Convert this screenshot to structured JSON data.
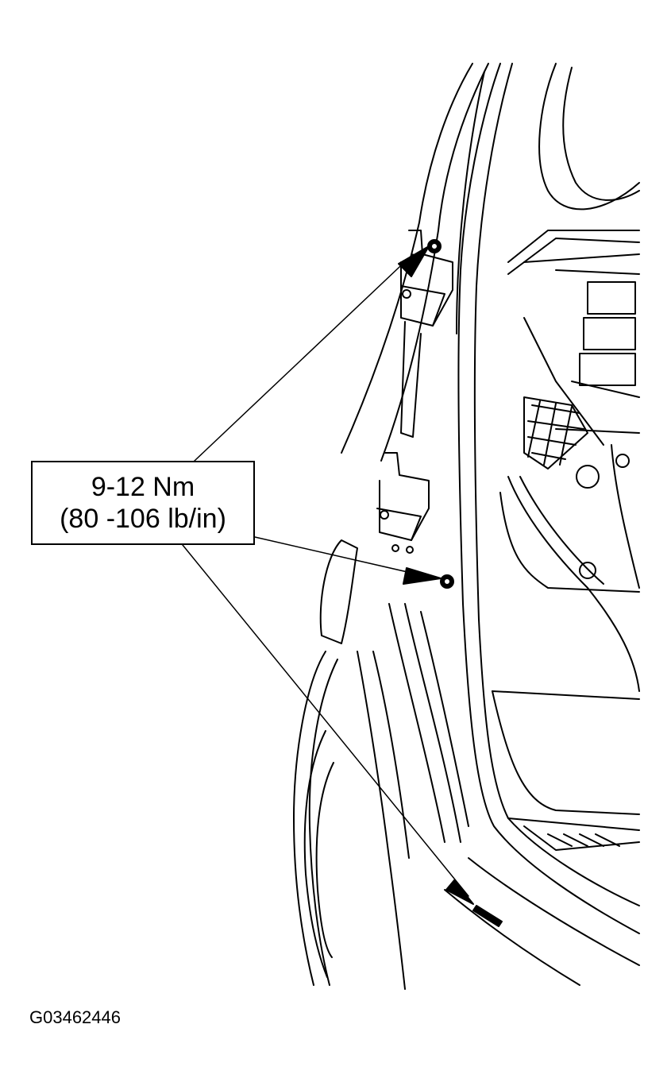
{
  "callout": {
    "line1": "9-12 Nm",
    "line2": "(80 -106 lb/in)"
  },
  "figure_id": "G03462446",
  "colors": {
    "ink": "#000000",
    "paper": "#ffffff"
  },
  "icons": [
    "arrow-icon",
    "bolt-icon"
  ]
}
